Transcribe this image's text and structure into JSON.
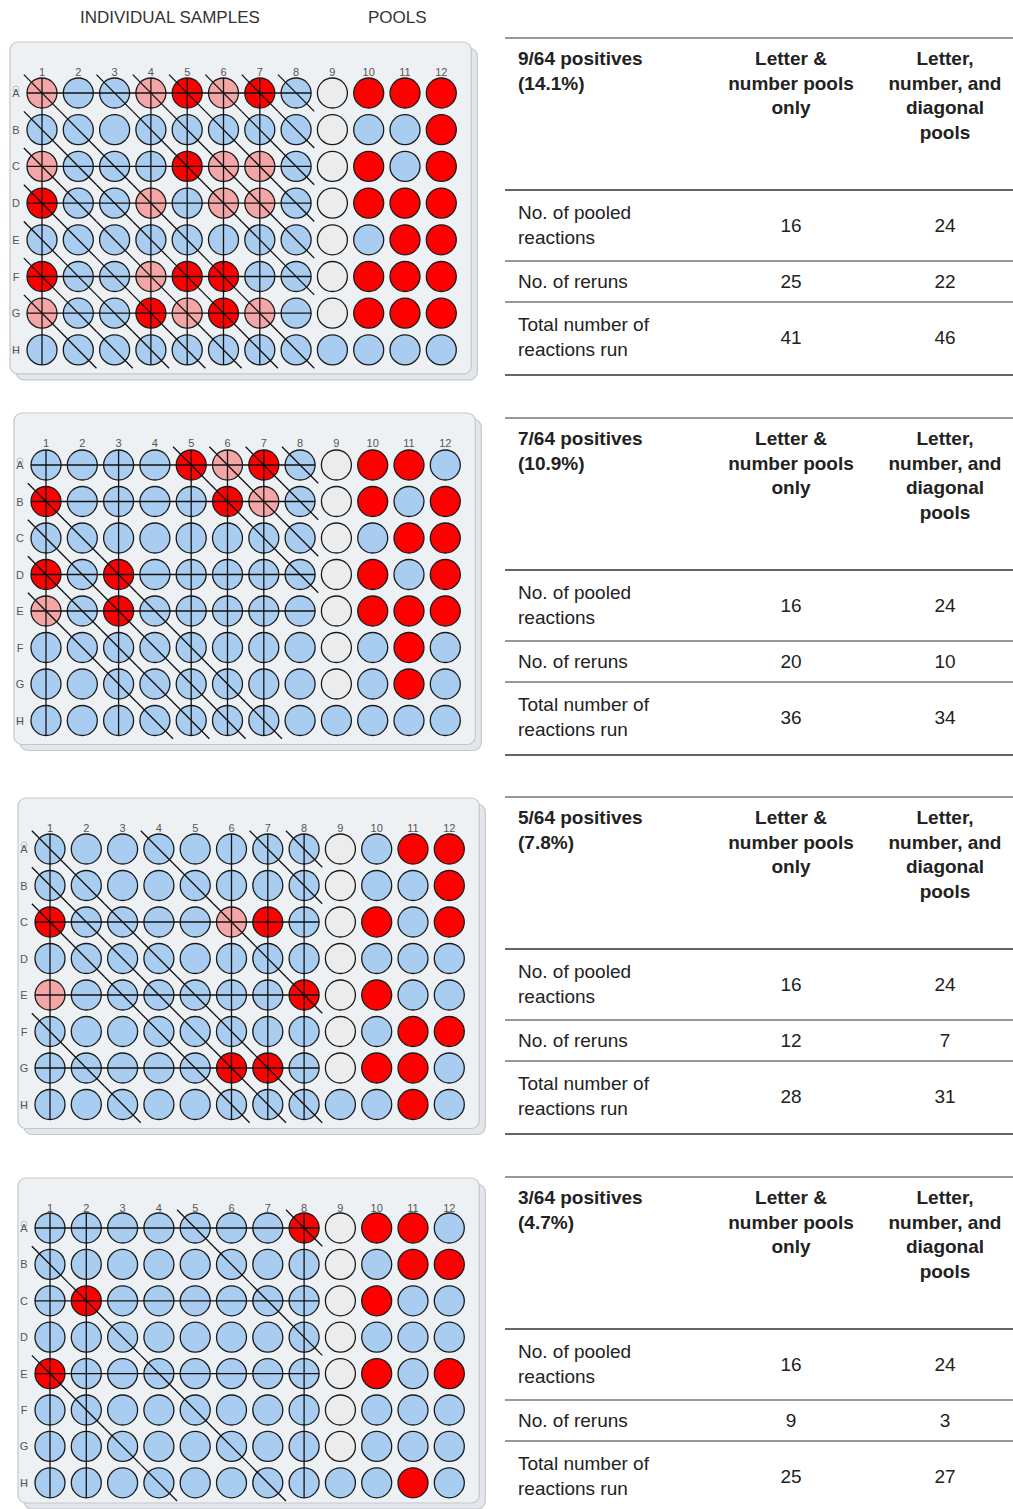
{
  "diagram": {
    "labels": [
      "INDIVIDUAL SAMPLES",
      "POOLS",
      "1",
      "2",
      "3",
      "4",
      "5",
      "6",
      "7",
      "8",
      "9",
      "10",
      "11",
      "12",
      "A",
      "B",
      "C",
      "D",
      "E",
      "F",
      "G",
      "H",
      "9/64 positives (14.1%)",
      "Letter & number pools only",
      "Letter, number, and diagonal pools",
      "No. of pooled reactions",
      "16",
      "24",
      "No. of reruns",
      "25",
      "22",
      "Total number of reactions run",
      "41",
      "46",
      "1",
      "2",
      "3",
      "4",
      "5",
      "6",
      "7",
      "8",
      "9",
      "10",
      "11",
      "12",
      "A",
      "B",
      "C",
      "D",
      "E",
      "F",
      "G",
      "H",
      "7/64 positives (10.9%)",
      "Letter & number pools only",
      "Letter, number, and diagonal pools",
      "No. of pooled reactions",
      "16",
      "24",
      "No. of reruns",
      "20",
      "10",
      "Total number of reactions run",
      "36",
      "34",
      "1",
      "2",
      "3",
      "4",
      "5",
      "6",
      "7",
      "8",
      "9",
      "10",
      "11",
      "12",
      "A",
      "B",
      "C",
      "D",
      "E",
      "F",
      "G",
      "H",
      "5/64 positives (7.8%)",
      "Letter & number pools only",
      "Letter, number, and diagonal pools",
      "No. of pooled reactions",
      "16",
      "24",
      "No. of reruns",
      "12",
      "7",
      "Total number of reactions run",
      "28",
      "31",
      "1",
      "2",
      "3",
      "4",
      "5",
      "6",
      "7",
      "8",
      "9",
      "10",
      "11",
      "12",
      "A",
      "B",
      "C",
      "D",
      "E",
      "F",
      "G",
      "H",
      "3/64 positives (4.7%)",
      "Letter & number pools only",
      "Letter, number, and diagonal pools",
      "No. of pooled reactions",
      "16",
      "24",
      "No. of reruns",
      "9",
      "3",
      "Total number of reactions run",
      "25",
      "27"
    ]
  }
}
